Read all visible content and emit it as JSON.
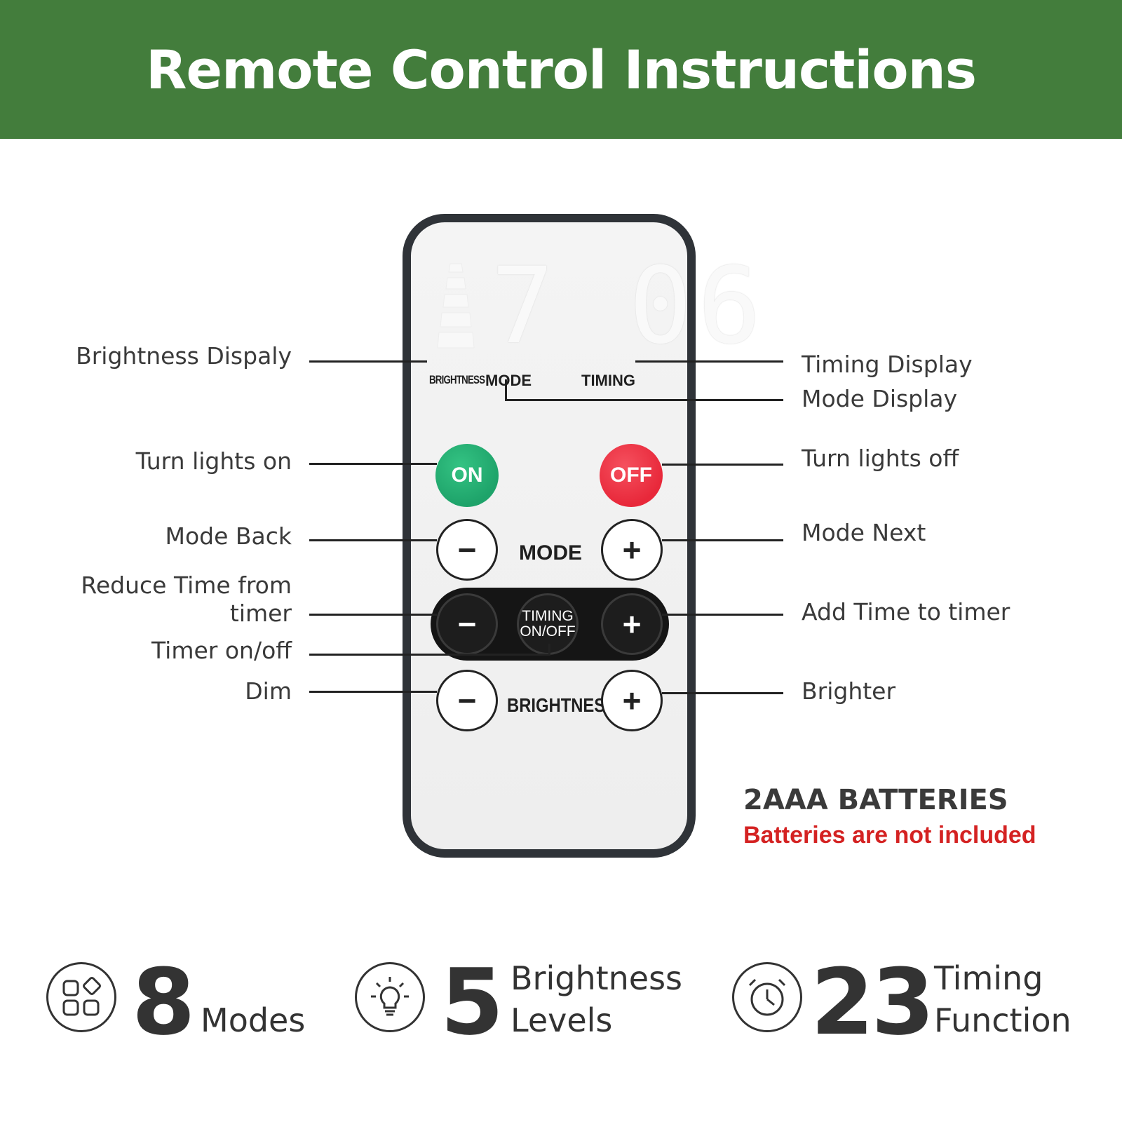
{
  "header": {
    "title": "Remote Control Instructions",
    "bg_color": "#437d3c"
  },
  "remote": {
    "display": {
      "digits": "7 06",
      "labels": {
        "brightness": "BRIGHTNESS",
        "mode": "MODE",
        "timing": "TIMING"
      }
    },
    "buttons": {
      "on": "ON",
      "off": "OFF",
      "minus": "−",
      "plus": "+",
      "mode_label": "MODE",
      "timing_line1": "TIMING",
      "timing_line2": "ON/OFF",
      "brightness_label": "BRIGHTNESS"
    },
    "colors": {
      "on": "#1ea36a",
      "off": "#e8283a",
      "body_border": "#2f3338"
    }
  },
  "callouts": {
    "left": {
      "brightness_display": "Brightness Dispaly",
      "turn_on": "Turn lights on",
      "mode_back": "Mode Back",
      "reduce_time_line1": "Reduce Time from",
      "reduce_time_line2": "timer",
      "timer_onoff": "Timer on/off",
      "dim": "Dim"
    },
    "right": {
      "timing_display": "Timing Display",
      "mode_display": "Mode Display",
      "turn_off": "Turn lights off",
      "mode_next": "Mode Next",
      "add_time": "Add Time to timer",
      "brighter": "Brighter"
    }
  },
  "batteries": {
    "title": "2AAA BATTERIES",
    "note": "Batteries are not included",
    "note_color": "#d42222"
  },
  "stats": [
    {
      "icon": "modes-grid-icon",
      "number": "8",
      "text_line1": "Modes",
      "text_line2": ""
    },
    {
      "icon": "lightbulb-icon",
      "number": "5",
      "text_line1": "Brightness",
      "text_line2": "Levels"
    },
    {
      "icon": "alarm-clock-icon",
      "number": "23",
      "text_line1": "Timing",
      "text_line2": "Function"
    }
  ]
}
